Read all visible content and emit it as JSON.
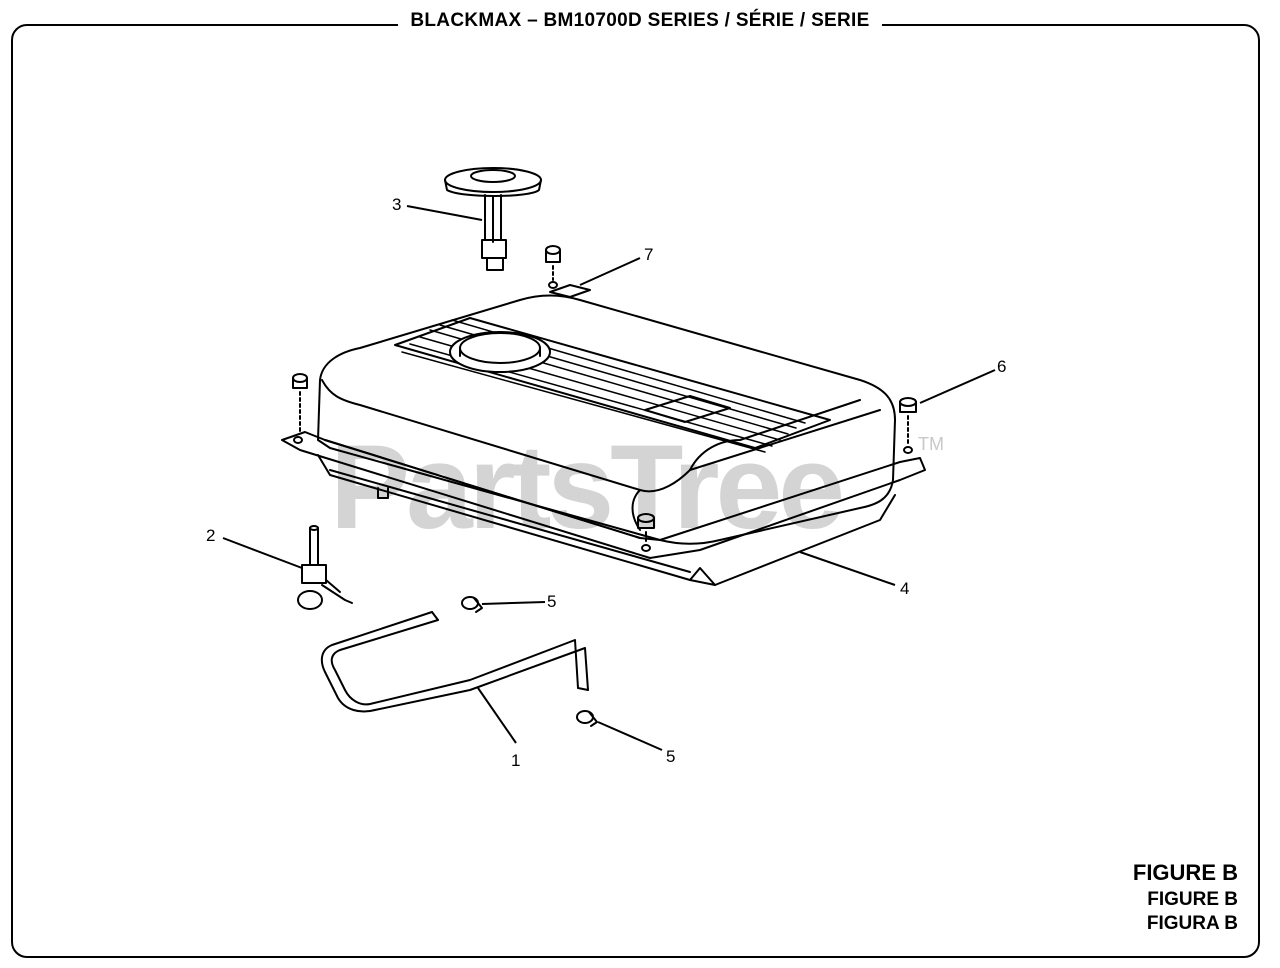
{
  "header": {
    "title": "BLACKMAX – BM10700D SERIES / SÉRIE / SERIE"
  },
  "watermark": {
    "text": "PartsTree",
    "trademark": "TM"
  },
  "callouts": {
    "c1": "1",
    "c2": "2",
    "c3": "3",
    "c4": "4",
    "c5a": "5",
    "c5b": "5",
    "c6": "6",
    "c7": "7"
  },
  "caption": {
    "line1": "FIGURE B",
    "line2": "FIGURE B",
    "line3": "FIGURA B"
  },
  "colors": {
    "line": "#000000",
    "watermark": "#d4d4d4",
    "background": "#ffffff"
  }
}
